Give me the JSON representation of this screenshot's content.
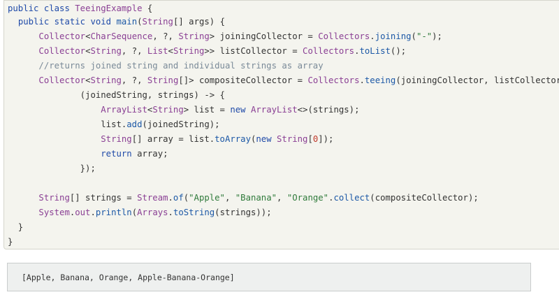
{
  "code": {
    "lines": [
      [
        [
          "kw",
          "public"
        ],
        [
          "pl",
          " "
        ],
        [
          "kw",
          "class"
        ],
        [
          "pl",
          " "
        ],
        [
          "ty",
          "TeeingExample"
        ],
        [
          "pl",
          " {"
        ]
      ],
      [
        [
          "pl",
          "  "
        ],
        [
          "kw",
          "public"
        ],
        [
          "pl",
          " "
        ],
        [
          "kw",
          "static"
        ],
        [
          "pl",
          " "
        ],
        [
          "kw",
          "void"
        ],
        [
          "pl",
          " "
        ],
        [
          "fn",
          "main"
        ],
        [
          "pl",
          "("
        ],
        [
          "ty",
          "String"
        ],
        [
          "pl",
          "[] args) {"
        ]
      ],
      [
        [
          "pl",
          "      "
        ],
        [
          "ty",
          "Collector"
        ],
        [
          "pl",
          "<"
        ],
        [
          "ty",
          "CharSequence"
        ],
        [
          "pl",
          ", ?, "
        ],
        [
          "ty",
          "String"
        ],
        [
          "pl",
          "> joiningCollector = "
        ],
        [
          "ty",
          "Collectors"
        ],
        [
          "pl",
          "."
        ],
        [
          "fn",
          "joining"
        ],
        [
          "pl",
          "("
        ],
        [
          "st",
          "\"-\""
        ],
        [
          "pl",
          ");"
        ]
      ],
      [
        [
          "pl",
          "      "
        ],
        [
          "ty",
          "Collector"
        ],
        [
          "pl",
          "<"
        ],
        [
          "ty",
          "String"
        ],
        [
          "pl",
          ", ?, "
        ],
        [
          "ty",
          "List"
        ],
        [
          "pl",
          "<"
        ],
        [
          "ty",
          "String"
        ],
        [
          "pl",
          ">> listCollector = "
        ],
        [
          "ty",
          "Collectors"
        ],
        [
          "pl",
          "."
        ],
        [
          "fn",
          "toList"
        ],
        [
          "pl",
          "();"
        ]
      ],
      [
        [
          "pl",
          "      "
        ],
        [
          "cm",
          "//returns joined string and individual strings as array"
        ]
      ],
      [
        [
          "pl",
          "      "
        ],
        [
          "ty",
          "Collector"
        ],
        [
          "pl",
          "<"
        ],
        [
          "ty",
          "String"
        ],
        [
          "pl",
          ", ?, "
        ],
        [
          "ty",
          "String"
        ],
        [
          "pl",
          "[]> compositeCollector = "
        ],
        [
          "ty",
          "Collectors"
        ],
        [
          "pl",
          "."
        ],
        [
          "fn",
          "teeing"
        ],
        [
          "pl",
          "(joiningCollector, listCollector,"
        ]
      ],
      [
        [
          "pl",
          "              (joinedString, strings) -> {"
        ]
      ],
      [
        [
          "pl",
          "                  "
        ],
        [
          "ty",
          "ArrayList"
        ],
        [
          "pl",
          "<"
        ],
        [
          "ty",
          "String"
        ],
        [
          "pl",
          "> list = "
        ],
        [
          "kw",
          "new"
        ],
        [
          "pl",
          " "
        ],
        [
          "ty",
          "ArrayList"
        ],
        [
          "pl",
          "<>(strings);"
        ]
      ],
      [
        [
          "pl",
          "                  list."
        ],
        [
          "fn",
          "add"
        ],
        [
          "pl",
          "(joinedString);"
        ]
      ],
      [
        [
          "pl",
          "                  "
        ],
        [
          "ty",
          "String"
        ],
        [
          "pl",
          "[] array = list."
        ],
        [
          "fn",
          "toArray"
        ],
        [
          "pl",
          "("
        ],
        [
          "kw",
          "new"
        ],
        [
          "pl",
          " "
        ],
        [
          "ty",
          "String"
        ],
        [
          "pl",
          "["
        ],
        [
          "nu",
          "0"
        ],
        [
          "pl",
          "]);"
        ]
      ],
      [
        [
          "pl",
          "                  "
        ],
        [
          "kw",
          "return"
        ],
        [
          "pl",
          " array;"
        ]
      ],
      [
        [
          "pl",
          "              });"
        ]
      ],
      [],
      [
        [
          "pl",
          "      "
        ],
        [
          "ty",
          "String"
        ],
        [
          "pl",
          "[] strings = "
        ],
        [
          "ty",
          "Stream"
        ],
        [
          "pl",
          "."
        ],
        [
          "fn",
          "of"
        ],
        [
          "pl",
          "("
        ],
        [
          "st",
          "\"Apple\""
        ],
        [
          "pl",
          ", "
        ],
        [
          "st",
          "\"Banana\""
        ],
        [
          "pl",
          ", "
        ],
        [
          "st",
          "\"Orange\""
        ],
        [
          "pl",
          "."
        ],
        [
          "fn",
          "collect"
        ],
        [
          "pl",
          "(compositeCollector);"
        ]
      ],
      [
        [
          "pl",
          "      "
        ],
        [
          "ty",
          "System"
        ],
        [
          "pl",
          "."
        ],
        [
          "ty",
          "out"
        ],
        [
          "pl",
          "."
        ],
        [
          "fn",
          "println"
        ],
        [
          "pl",
          "("
        ],
        [
          "ty",
          "Arrays"
        ],
        [
          "pl",
          "."
        ],
        [
          "fn",
          "toString"
        ],
        [
          "pl",
          "(strings));"
        ]
      ],
      [
        [
          "pl",
          "  }"
        ]
      ],
      [
        [
          "pl",
          "}"
        ]
      ]
    ]
  },
  "output": {
    "text": "[Apple, Banana, Orange, Apple-Banana-Orange]"
  }
}
